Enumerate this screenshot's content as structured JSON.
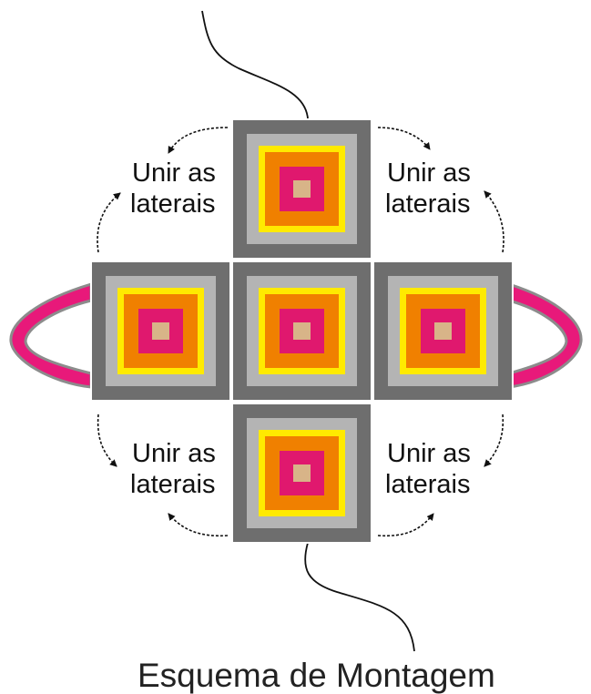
{
  "title": "Esquema de Montagem",
  "labels": {
    "top_left": [
      "Unir as",
      "laterais"
    ],
    "top_right": [
      "Unir as",
      "laterais"
    ],
    "bottom_left": [
      "Unir as",
      "laterais"
    ],
    "bottom_right": [
      "Unir as",
      "laterais"
    ]
  },
  "colors": {
    "ring_outer": "#6e6e6e",
    "ring_gray": "#b4b4b4",
    "ring_yellow": "#ffea00",
    "ring_orange": "#f08000",
    "ring_magenta": "#e0186e",
    "center": "#d8b488",
    "strap": "#e8197a",
    "strap_edge": "#8c8c8c"
  },
  "blocks": [
    "top",
    "left",
    "center",
    "right",
    "bottom"
  ]
}
